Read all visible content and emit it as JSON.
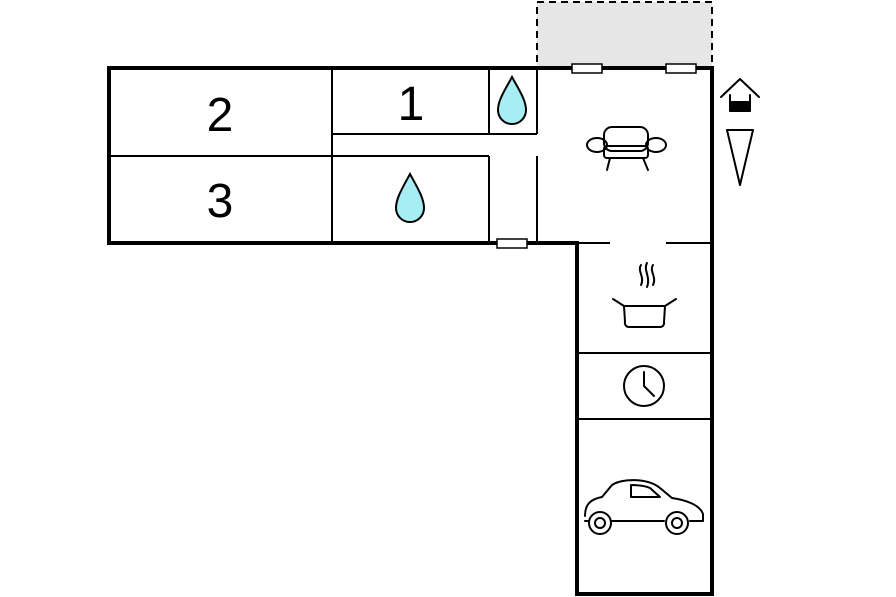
{
  "floorplan": {
    "rooms": [
      {
        "id": "bedroom-2",
        "label": "2"
      },
      {
        "id": "bedroom-1",
        "label": "1"
      },
      {
        "id": "bedroom-3",
        "label": "3"
      }
    ],
    "icons": [
      "water-drop-icon",
      "water-drop-icon",
      "sofa-icon",
      "cooking-pot-icon",
      "clock-icon",
      "car-icon",
      "house-entrance-icon",
      "north-arrow-icon"
    ],
    "colors": {
      "wall": "#000000",
      "water": "#a6eef4",
      "terrace": "#e6e6e6",
      "window": "#ffffff"
    }
  }
}
